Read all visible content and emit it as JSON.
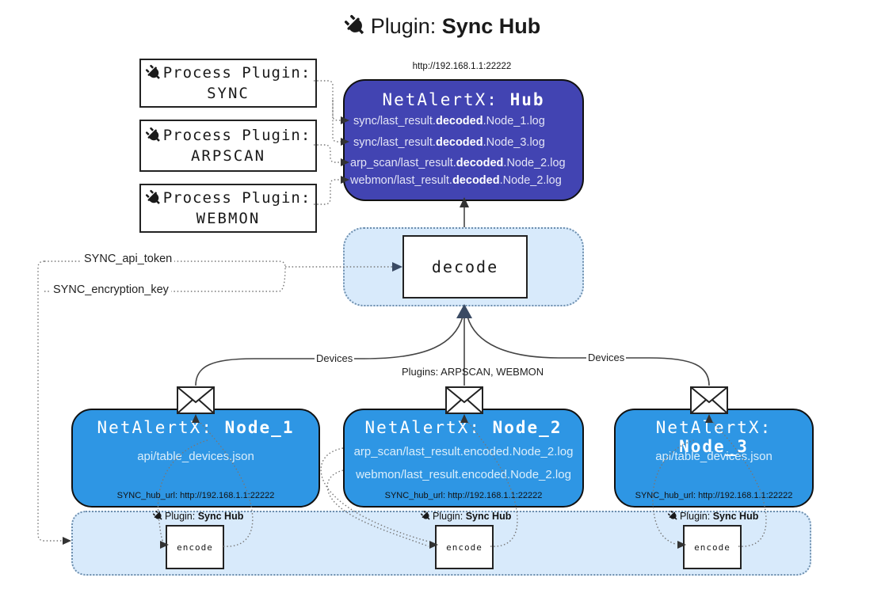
{
  "title": {
    "icon": "plug-icon",
    "pre": "Plugin: ",
    "bold": "Sync Hub"
  },
  "process_plugins": [
    {
      "label": "Process Plugin:",
      "name": "SYNC"
    },
    {
      "label": "Process Plugin:",
      "name": "ARPSCAN"
    },
    {
      "label": "Process Plugin:",
      "name": "WEBMON"
    }
  ],
  "hub": {
    "url": "http://192.168.1.1:22222",
    "title_pre": "NetAlertX: ",
    "title_bold": "Hub",
    "logs": [
      {
        "pre": "sync/last_result.",
        "bold": "decoded",
        "post": ".Node_1.log"
      },
      {
        "pre": "sync/last_result.",
        "bold": "decoded",
        "post": ".Node_3.log"
      },
      {
        "pre": "arp_scan/last_result.",
        "bold": "decoded",
        "post": ".Node_2.log"
      },
      {
        "pre": "webmon/last_result.",
        "bold": "decoded",
        "post": ".Node_2.log"
      }
    ]
  },
  "decode": {
    "label": "decode"
  },
  "tokens": {
    "api_token": "SYNC_api_token",
    "encryption_key": "SYNC_encryption_key"
  },
  "edges": {
    "devices_left": "Devices",
    "devices_right": "Devices",
    "plugins_center": "Plugins: ARPSCAN, WEBMON"
  },
  "nodes": [
    {
      "title_pre": "NetAlertX: ",
      "title_bold": "Node_1",
      "lines": [
        "api/table_devices.json"
      ],
      "hub_url": "SYNC_hub_url: http://192.168.1.1:22222"
    },
    {
      "title_pre": "NetAlertX: ",
      "title_bold": "Node_2",
      "lines": [
        "arp_scan/last_result.encoded.Node_2.log",
        "webmon/last_result.encoded.Node_2.log"
      ],
      "hub_url": "SYNC_hub_url: http://192.168.1.1:22222"
    },
    {
      "title_pre": "NetAlertX: ",
      "title_bold": "Node_3",
      "lines": [
        "api/table_devices.json"
      ],
      "hub_url": "SYNC_hub_url: http://192.168.1.1:22222"
    }
  ],
  "encode": {
    "label": "encode",
    "plugin_pre": "Plugin: ",
    "plugin_bold": "Sync Hub"
  },
  "colors": {
    "hub_fill": "#4244b2",
    "node_fill": "#2e96e4",
    "panel_fill": "#d8eafb",
    "panel_border": "#6e8fae",
    "arrow_dark": "#3a4a63"
  }
}
